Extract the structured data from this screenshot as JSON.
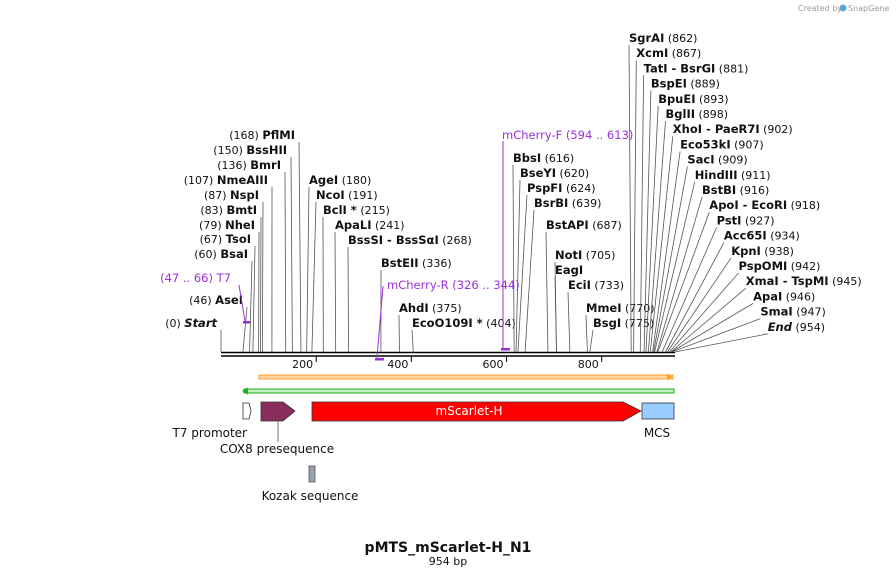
{
  "credit": {
    "prefix": "Created by",
    "brand": "SnapGene"
  },
  "title": "pMTS_mScarlet-H_N1",
  "length_text": "954 bp",
  "ticks": [
    {
      "bp": 200,
      "label": "200"
    },
    {
      "bp": 400,
      "label": "400"
    },
    {
      "bp": 600,
      "label": "600"
    },
    {
      "bp": 800,
      "label": "800"
    }
  ],
  "left_sites": [
    {
      "name": "Start",
      "pos": "(0)",
      "bp": 0,
      "italic": true
    },
    {
      "name": "AseI",
      "pos": "(46)",
      "bp": 46
    },
    {
      "name": "BsaI",
      "pos": "(60)",
      "bp": 60
    },
    {
      "name": "TsoI",
      "pos": "(67)",
      "bp": 67
    },
    {
      "name": "NheI",
      "pos": "(79)",
      "bp": 79
    },
    {
      "name": "BmtI",
      "pos": "(83)",
      "bp": 83
    },
    {
      "name": "NspI",
      "pos": "(87)",
      "bp": 87
    },
    {
      "name": "NmeAIII",
      "pos": "(107)",
      "bp": 107
    },
    {
      "name": "BmrI",
      "pos": "(136)",
      "bp": 136
    },
    {
      "name": "BssHII",
      "pos": "(150)",
      "bp": 150
    },
    {
      "name": "PflMI",
      "pos": "(168)",
      "bp": 168
    }
  ],
  "mid_sites": [
    {
      "name": "AgeI",
      "pos": "(180)",
      "bp": 180
    },
    {
      "name": "NcoI",
      "pos": "(191)",
      "bp": 191
    },
    {
      "name": "BclI *",
      "pos": "(215)",
      "bp": 215
    },
    {
      "name": "ApaLI",
      "pos": "(241)",
      "bp": 241
    },
    {
      "name": "BssSI",
      "name2": "BssSαI",
      "pos": "(268)",
      "bp": 268
    },
    {
      "name": "BstEII",
      "pos": "(336)",
      "bp": 336
    },
    {
      "name": "AhdI",
      "pos": "(375)",
      "bp": 375
    },
    {
      "name": "EcoO109I *",
      "pos": "(404)",
      "bp": 404
    },
    {
      "name": "BbsI",
      "pos": "(616)",
      "bp": 616
    },
    {
      "name": "BseYI",
      "pos": "(620)",
      "bp": 620
    },
    {
      "name": "PspFI",
      "pos": "(624)",
      "bp": 624
    },
    {
      "name": "BsrBI",
      "pos": "(639)",
      "bp": 639
    },
    {
      "name": "BstAPI",
      "pos": "(687)",
      "bp": 687
    },
    {
      "name": "NotI",
      "pos": "(705)",
      "bp": 705
    },
    {
      "name": "EagI",
      "pos": "",
      "bp": 705
    },
    {
      "name": "EciI",
      "pos": "(733)",
      "bp": 733
    },
    {
      "name": "MmeI",
      "pos": "(770)",
      "bp": 770
    },
    {
      "name": "BsgI",
      "pos": "(775)",
      "bp": 775
    }
  ],
  "right_sites": [
    {
      "name": "SgrAI",
      "pos": "(862)",
      "bp": 862
    },
    {
      "name": "XcmI",
      "pos": "(867)",
      "bp": 867
    },
    {
      "name": "TatI",
      "name2": "BsrGI",
      "pos": "(881)",
      "bp": 881
    },
    {
      "name": "BspEI",
      "pos": "(889)",
      "bp": 889
    },
    {
      "name": "BpuEI",
      "pos": "(893)",
      "bp": 893
    },
    {
      "name": "BglII",
      "pos": "(898)",
      "bp": 898
    },
    {
      "name": "XhoI",
      "name2": "PaeR7I",
      "pos": "(902)",
      "bp": 902
    },
    {
      "name": "Eco53kI",
      "pos": "(907)",
      "bp": 907
    },
    {
      "name": "SacI",
      "pos": "(909)",
      "bp": 909
    },
    {
      "name": "HindIII",
      "pos": "(911)",
      "bp": 911
    },
    {
      "name": "BstBI",
      "pos": "(916)",
      "bp": 916
    },
    {
      "name": "ApoI",
      "name2": "EcoRI",
      "pos": "(918)",
      "bp": 918
    },
    {
      "name": "PstI",
      "pos": "(927)",
      "bp": 927
    },
    {
      "name": "Acc65I",
      "pos": "(934)",
      "bp": 934
    },
    {
      "name": "KpnI",
      "pos": "(938)",
      "bp": 938
    },
    {
      "name": "PspOMI",
      "pos": "(942)",
      "bp": 942
    },
    {
      "name": "XmaI",
      "name2": "TspMI",
      "pos": "(945)",
      "bp": 945
    },
    {
      "name": "ApaI",
      "pos": "(946)",
      "bp": 946
    },
    {
      "name": "SmaI",
      "pos": "(947)",
      "bp": 947
    },
    {
      "name": "End",
      "pos": "(954)",
      "bp": 954,
      "italic": true
    }
  ],
  "primers": [
    {
      "name": "T7",
      "range": "(47 .. 66)",
      "start": 47,
      "end": 66
    },
    {
      "name": "mCherry-R",
      "range": "(326 .. 344)",
      "start": 326,
      "end": 344
    },
    {
      "name": "mCherry-F",
      "range": "(594 .. 613)",
      "start": 594,
      "end": 613
    }
  ],
  "features": [
    {
      "name": "T7 promoter",
      "start": 47,
      "end": 66,
      "color": "#ffffff",
      "shape": "pentagon"
    },
    {
      "name": "COX8 presequence",
      "start": 82,
      "end": 157,
      "color": "#8b2e5c",
      "shape": "arrow"
    },
    {
      "name": "mScarlet-H",
      "start": 193,
      "end": 889,
      "color": "#ff0000",
      "shape": "arrow",
      "inside": true
    },
    {
      "name": "MCS",
      "start": 889,
      "end": 954,
      "color": "#99ccff",
      "shape": "box"
    },
    {
      "name": "Kozak sequence",
      "start": 186,
      "end": 196,
      "color": "#9aa3ad",
      "shape": "box"
    }
  ],
  "colors": {
    "primer": "#9b30d9",
    "orf_top": "#ff9d2a",
    "orf_bottom": "#22aa22",
    "backbone": "#000000"
  }
}
